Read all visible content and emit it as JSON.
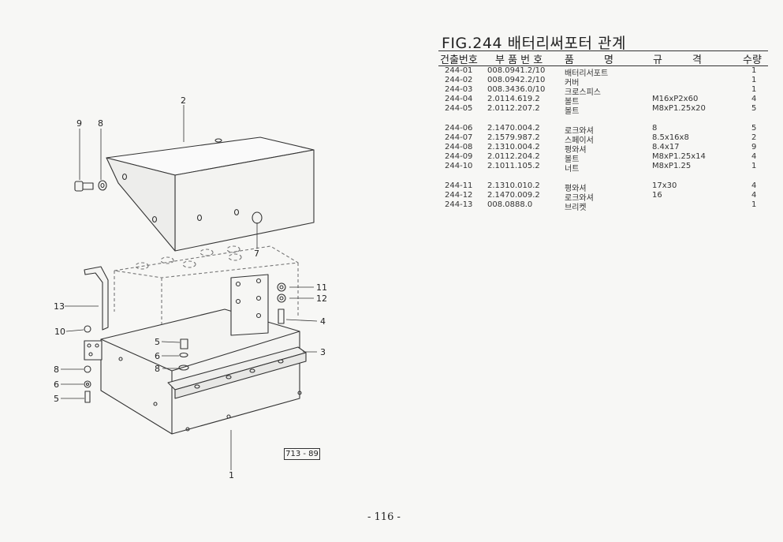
{
  "figure": {
    "title": "FIG.244 배터리써포터 관계",
    "ref_code": "713 - 89",
    "page_number": "- 116 -"
  },
  "table": {
    "headers": {
      "ref": "건출번호",
      "part": "부 품 번 호",
      "name_a": "품",
      "name_b": "명",
      "spec_a": "규",
      "spec_b": "격",
      "qty": "수량"
    },
    "rows": [
      {
        "ref": "244-01",
        "part": "008.0941.2/10",
        "name": "배터리서포트",
        "spec": "",
        "qty": "1"
      },
      {
        "ref": "244-02",
        "part": "008.0942.2/10",
        "name": "커버",
        "spec": "",
        "qty": "1"
      },
      {
        "ref": "244-03",
        "part": "008.3436.0/10",
        "name": "크로스피스",
        "spec": "",
        "qty": "1"
      },
      {
        "ref": "244-04",
        "part": "2.0114.619.2",
        "name": "볼트",
        "spec": "M16xP2x60",
        "qty": "4"
      },
      {
        "ref": "244-05",
        "part": "2.0112.207.2",
        "name": "볼트",
        "spec": "M8xP1.25x20",
        "qty": "5"
      },
      {
        "ref": "244-06",
        "part": "2.1470.004.2",
        "name": "로크와셔",
        "spec": "8",
        "qty": "5"
      },
      {
        "ref": "244-07",
        "part": "2.1579.987.2",
        "name": "스페이서",
        "spec": "8.5x16x8",
        "qty": "2"
      },
      {
        "ref": "244-08",
        "part": "2.1310.004.2",
        "name": "평와셔",
        "spec": "8.4x17",
        "qty": "9"
      },
      {
        "ref": "244-09",
        "part": "2.0112.204.2",
        "name": "볼트",
        "spec": "M8xP1.25x14",
        "qty": "4"
      },
      {
        "ref": "244-10",
        "part": "2.1011.105.2",
        "name": "너트",
        "spec": "M8xP1.25",
        "qty": "1"
      },
      {
        "ref": "244-11",
        "part": "2.1310.010.2",
        "name": "평와셔",
        "spec": "17x30",
        "qty": "4"
      },
      {
        "ref": "244-12",
        "part": "2.1470.009.2",
        "name": "로크와셔",
        "spec": "16",
        "qty": "4"
      },
      {
        "ref": "244-13",
        "part": "008.0888.0",
        "name": "브리켓",
        "spec": "",
        "qty": "1"
      }
    ]
  },
  "callouts": {
    "c1": "1",
    "c2": "2",
    "c3": "3",
    "c4": "4",
    "c5a": "5",
    "c5b": "5",
    "c6a": "6",
    "c6b": "6",
    "c7": "7",
    "c8a": "8",
    "c8b": "8",
    "c8c": "8",
    "c9": "9",
    "c10": "10",
    "c11": "11",
    "c12": "12",
    "c13": "13"
  }
}
